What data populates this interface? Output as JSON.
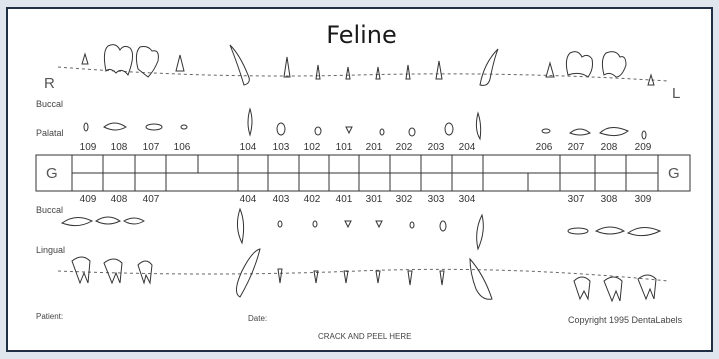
{
  "title": "Feline",
  "side_right": "R",
  "side_left": "L",
  "labels": {
    "buccal_upper": "Buccal",
    "palatal": "Palatal",
    "buccal_lower": "Buccal",
    "lingual": "Lingual",
    "patient": "Patient:",
    "date": "Date:",
    "crack": "CRACK AND PEEL HERE",
    "copyright": "Copyright 1995 DentaLabels"
  },
  "gingiva": "G",
  "upper_numbers": [
    "109",
    "108",
    "107",
    "106",
    "104",
    "103",
    "102",
    "101",
    "201",
    "202",
    "203",
    "204",
    "206",
    "207",
    "208",
    "209"
  ],
  "lower_numbers": [
    "409",
    "408",
    "407",
    "404",
    "403",
    "402",
    "401",
    "301",
    "302",
    "303",
    "304",
    "307",
    "308",
    "309"
  ]
}
